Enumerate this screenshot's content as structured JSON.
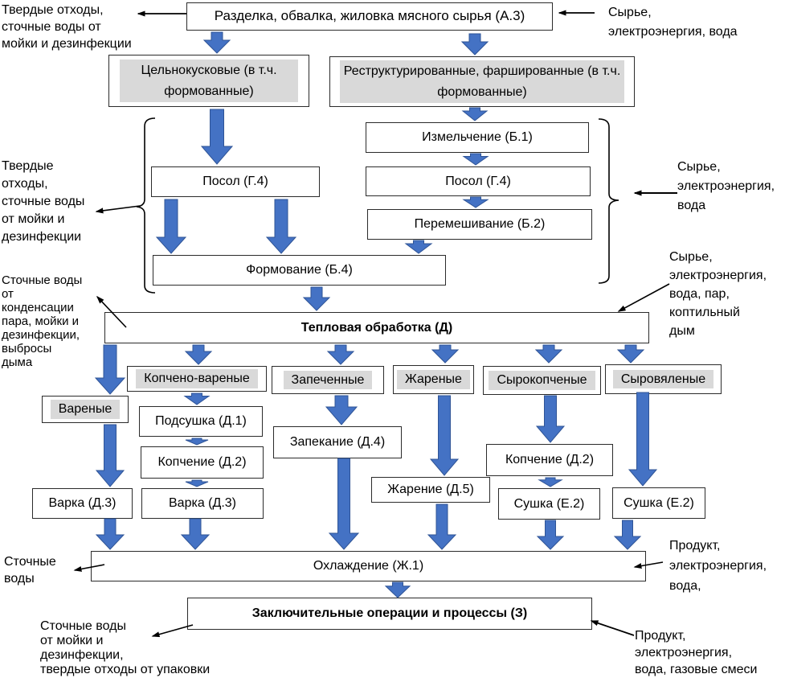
{
  "colors": {
    "arrow_fill": "#4472C4",
    "arrow_stroke": "#2F5496",
    "highlight_fill": "#D9D9D9",
    "box_border": "#2B2B2B",
    "annotation_arrow": "#000000"
  },
  "nodes": {
    "razdelka": "Разделка, обвалка, жиловка мясного сырья (А.3)",
    "celnokuskovye": "Цельнокусковые (в т.ч. формованные)",
    "restrukturirovannye": "Реструктурированные, фаршированные (в т.ч. формованные)",
    "izmelchenie": "Измельчение (Б.1)",
    "posol_left": "Посол (Г.4)",
    "posol_right": "Посол (Г.4)",
    "peremeshivanie": "Перемешивание (Б.2)",
    "formovanie": "Формование (Б.4)",
    "teplovaya": "Тепловая обработка (Д)",
    "varenye": "Вареные",
    "kopcheno_varenye": "Копчено-вареные",
    "zapechennye": "Запеченные",
    "zharenye": "Жареные",
    "syrokopchenye": "Сырокопченые",
    "syrovyalenye": "Сыровяленые",
    "podsushka": "Подсушка (Д.1)",
    "kopchenie_1": "Копчение (Д.2)",
    "varka_1": "Варка (Д.3)",
    "varka_2": "Варка (Д.3)",
    "zapekanie": "Запекание (Д.4)",
    "zharenie": "Жарение (Д.5)",
    "kopchenie_2": "Копчение (Д.2)",
    "sushka_1": "Сушка (Е.2)",
    "sushka_2": "Сушка (Е.2)",
    "ohlazhdenie": "Охлаждение (Ж.1)",
    "zaklyuchitelnye": "Заключительные операции и процессы (З)"
  },
  "annotations": {
    "top_left_waste": "Твердые отходы,\nсточные воды от\nмойки и дезинфекции",
    "top_right_input": "Сырье,\nэлектроэнергия, вода",
    "mid_left_waste": "Твердые\nотходы,\nсточные воды\nот мойки и\nдезинфекции",
    "mid_right_input": "Сырье,\nэлектроэнергия,\nвода",
    "heat_left_waste": "Сточные воды\nот\nконденсации\nпара, мойки и\nдезинфекции,\nвыбросы\nдыма",
    "heat_right_input": "Сырье,\nэлектроэнергия,\nвода, пар,\nкоптильный\nдым",
    "cool_left_waste": "Сточные\nводы",
    "final_left_waste": "Сточные воды\nот мойки и\nдезинфекции,\nтвердые отходы от упаковки",
    "cool_right_input": "Продукт,\nэлектроэнергия,\nвода,",
    "final_right_input": "Продукт,\nэлектроэнергия,\nвода, газовые смеси"
  }
}
